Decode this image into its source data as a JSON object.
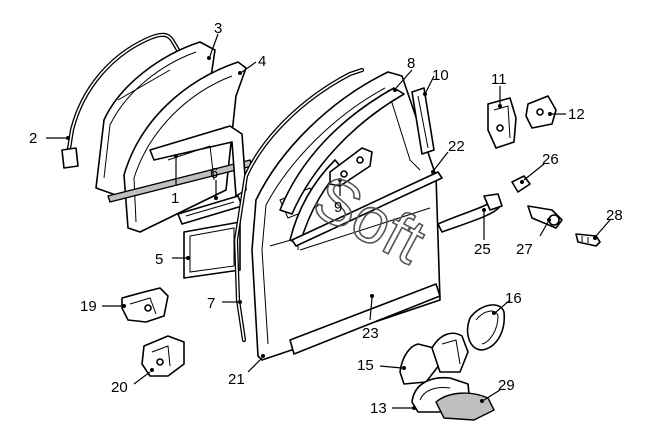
{
  "diagram": {
    "callouts": [
      {
        "id": "c1",
        "label": "1"
      },
      {
        "id": "c2",
        "label": "2"
      },
      {
        "id": "c3",
        "label": "3"
      },
      {
        "id": "c4",
        "label": "4"
      },
      {
        "id": "c5",
        "label": "5"
      },
      {
        "id": "c6",
        "label": "6"
      },
      {
        "id": "c7",
        "label": "7"
      },
      {
        "id": "c8",
        "label": "8"
      },
      {
        "id": "c9",
        "label": "9"
      },
      {
        "id": "c10",
        "label": "10"
      },
      {
        "id": "c11",
        "label": "11"
      },
      {
        "id": "c12",
        "label": "12"
      },
      {
        "id": "c13",
        "label": "13"
      },
      {
        "id": "c15",
        "label": "15"
      },
      {
        "id": "c16",
        "label": "16"
      },
      {
        "id": "c19",
        "label": "19"
      },
      {
        "id": "c20",
        "label": "20"
      },
      {
        "id": "c21",
        "label": "21"
      },
      {
        "id": "c22",
        "label": "22"
      },
      {
        "id": "c23",
        "label": "23"
      },
      {
        "id": "c25",
        "label": "25"
      },
      {
        "id": "c26",
        "label": "26"
      },
      {
        "id": "c27",
        "label": "27"
      },
      {
        "id": "c28",
        "label": "28"
      },
      {
        "id": "c29",
        "label": "29"
      }
    ],
    "watermark": "Soft",
    "colors": {
      "line": "#000000",
      "fill": "#ffffff",
      "shade": "#bfbfbf"
    }
  }
}
